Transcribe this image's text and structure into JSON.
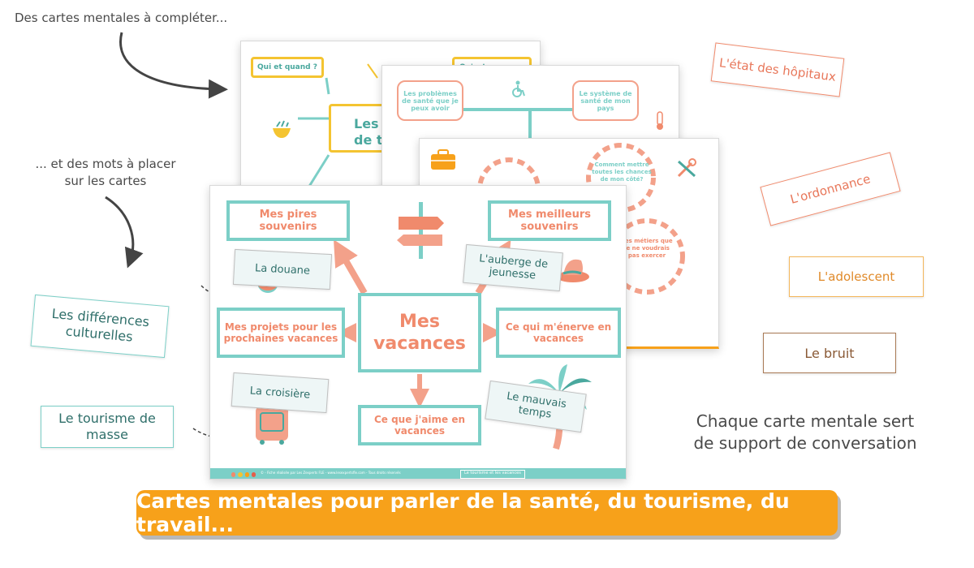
{
  "annotations": {
    "top_left": "Des cartes mentales à compléter...",
    "mid_left_1": "... et des mots à placer",
    "mid_left_2": "sur les cartes",
    "right_1": "Chaque carte mentale sert",
    "right_2": "de support de conversation"
  },
  "banner": "Cartes mentales pour parler de la santé, du tourisme, du travail...",
  "sheet_back": {
    "box_left": "Qui et quand ?",
    "box_right": "Qu'est-ce que...",
    "center_partial": "Les\nde t"
  },
  "sheet_health": {
    "box_left": "Les problèmes de santé que je peux avoir",
    "box_right": "Le système de santé de mon pays"
  },
  "sheet_work": {
    "gear_top": "Comment mettre toutes les chances de mon côté?",
    "gear_bottom": "Les métiers que je ne voudrais pas exercer"
  },
  "sheet_front": {
    "center": "Mes vacances",
    "top_left": "Mes pires souvenirs",
    "top_right": "Mes meilleurs souvenirs",
    "mid_left": "Mes projets pour les prochaines vacances",
    "mid_right": "Ce qui m'énerve en vacances",
    "bottom": "Ce que j'aime en vacances",
    "footer_text": "© - Fiche réalisée par Les Zexperts FLE - www.lesexpertsfle.com - Tous droits réservés",
    "footer_tag": "Le tourisme et les vacances"
  },
  "cards_on_sheet": [
    "La douane",
    "L'auberge de jeunesse",
    "La croisière",
    "Le mauvais temps"
  ],
  "cards_outside": {
    "diff": "Les différences culturelles",
    "tourisme": "Le tourisme de masse",
    "hopitaux": "L'état des hôpitaux",
    "ordonnance": "L'ordonnance",
    "adolescent": "L'adolescent",
    "bruit": "Le bruit"
  },
  "colors": {
    "teal": "#7ccfc7",
    "coral": "#f08a6c",
    "amber": "#f7a11a",
    "yellow": "#f4c431"
  },
  "icons": [
    "signpost-icon",
    "hat-icon",
    "palm-tree-icon",
    "suitcase-icon",
    "wheelchair-icon",
    "thermometer-icon",
    "briefcase-icon",
    "tools-icon",
    "bowl-icon"
  ]
}
